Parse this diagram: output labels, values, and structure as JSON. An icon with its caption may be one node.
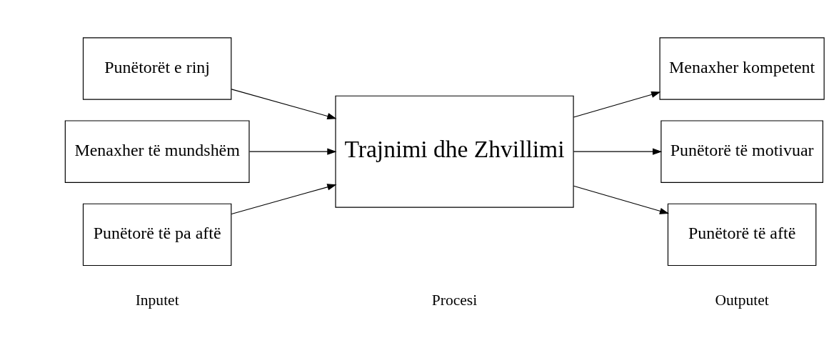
{
  "diagram": {
    "nodes": [
      {
        "text": [
          "Punëtorët e rinj"
        ]
      },
      {
        "text": [
          "Punëtorë të pa aftë"
        ]
      },
      {
        "text": [
          "Menaxher të mundshëm"
        ]
      },
      {
        "text": [
          "Trajnimi dhe Zhvillimi"
        ]
      },
      {
        "text": [
          "Punëtorë të motivuar"
        ]
      },
      {
        "text": [
          "Punëtorë të aftë"
        ]
      },
      {
        "text": [
          "Menaxher kompetent"
        ]
      }
    ],
    "edges": [
      {
        "from": 0,
        "to": 3,
        "arrow": "to"
      },
      {
        "from": 1,
        "to": 3,
        "arrow": "to"
      },
      {
        "from": 2,
        "to": 3,
        "arrow": "to"
      },
      {
        "from": 3,
        "to": 4,
        "arrow": "to"
      },
      {
        "from": 3,
        "to": 5,
        "arrow": "to"
      },
      {
        "from": 3,
        "to": 6,
        "arrow": "to"
      }
    ],
    "labels": [
      "Inputet",
      "Procesi",
      "Outputet"
    ]
  }
}
